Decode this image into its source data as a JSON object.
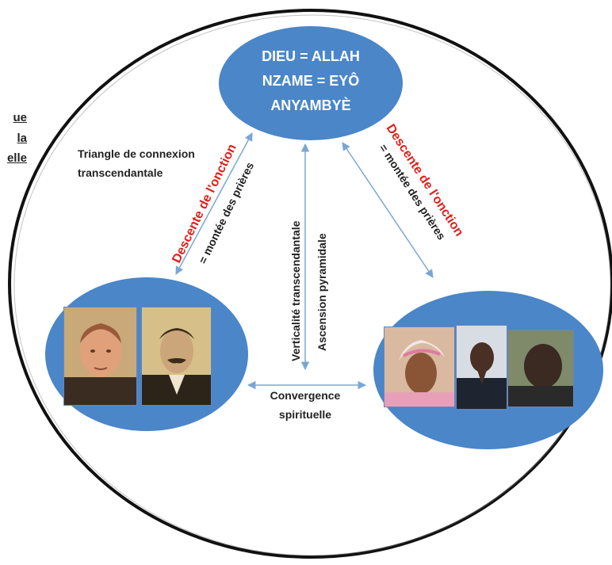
{
  "diagram": {
    "top_node": {
      "lines": [
        "DIEU = ALLAH",
        "NZAME = EYÔ",
        "ANYAMBYÈ"
      ]
    },
    "cut_text": [
      "ue",
      "la",
      "elle"
    ],
    "labels": {
      "triangle": [
        "Triangle de connexion",
        "transcendantale"
      ],
      "descente": "Descente de l'onction",
      "montee": "= montée des prières",
      "verticalite": "Verticalité transcendantale",
      "ascension": "Ascension pyramidale",
      "convergence": [
        "Convergence",
        "spirituelle"
      ]
    },
    "colors": {
      "node_fill": "#4a86c8",
      "node_text": "#ffffff",
      "accent_red": "#e0201c",
      "arrow": "#7aa6d6",
      "outline": "#111111"
    },
    "icons": {
      "left_photos": [
        "monk-portrait",
        "mustached-man-portrait"
      ],
      "right_photos": [
        "woman-headwrap-portrait",
        "man-praying-portrait",
        "man-bowed-portrait"
      ]
    }
  }
}
